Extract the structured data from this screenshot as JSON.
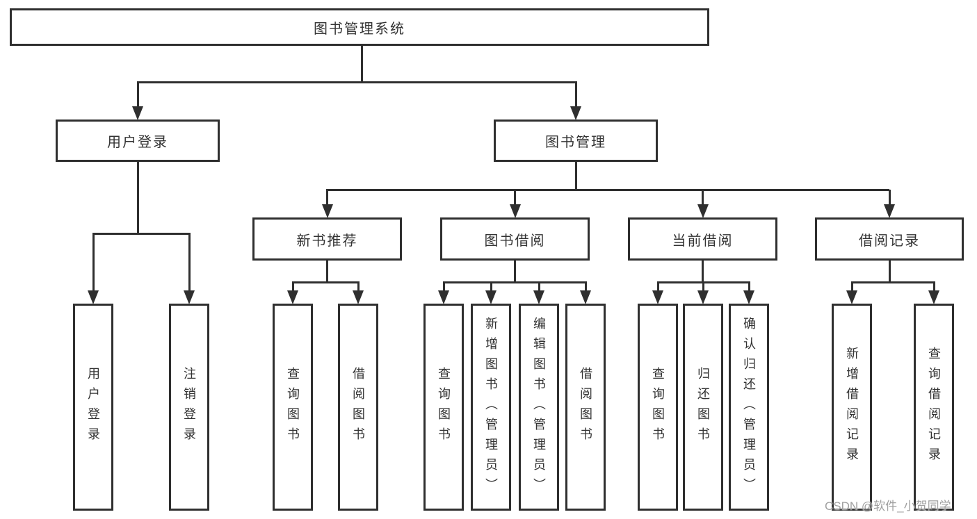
{
  "nodes": {
    "root": {
      "label": "图书管理系统"
    },
    "level2": [
      {
        "label": "用户登录"
      },
      {
        "label": "图书管理"
      }
    ],
    "level3": [
      {
        "label": "新书推荐"
      },
      {
        "label": "图书借阅"
      },
      {
        "label": "当前借阅"
      },
      {
        "label": "借阅记录"
      }
    ],
    "leaves_login": [
      {
        "label": "用户登录"
      },
      {
        "label": "注销登录"
      }
    ],
    "leaves_newbook": [
      {
        "label": "查询图书"
      },
      {
        "label": "借阅图书"
      }
    ],
    "leaves_bookborrow": [
      {
        "label": "查询图书"
      },
      {
        "label": "新增图书（管理员）"
      },
      {
        "label": "编辑图书（管理员）"
      },
      {
        "label": "借阅图书"
      }
    ],
    "leaves_current": [
      {
        "label": "查询图书"
      },
      {
        "label": "归还图书"
      },
      {
        "label": "确认归还（管理员）"
      }
    ],
    "leaves_records": [
      {
        "label": "新增借阅记录"
      },
      {
        "label": "查询借阅记录"
      }
    ]
  },
  "watermark": {
    "text": "CSDN @软件_小贺同学"
  },
  "colors": {
    "line": "#2f2f2f",
    "text": "#333333",
    "watermark": "#a0a0a0",
    "background": "#ffffff"
  }
}
